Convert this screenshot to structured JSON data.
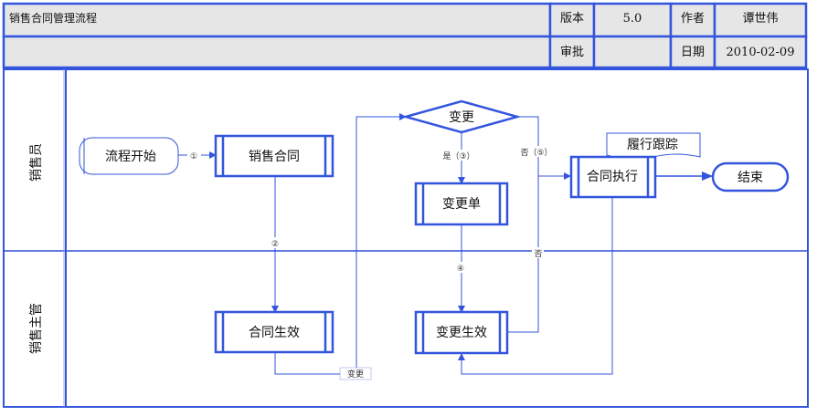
{
  "header": {
    "title": "销售合同管理流程",
    "version_label": "版本",
    "version_value": "5.0",
    "author_label": "作者",
    "author_value": "谭世伟",
    "approve_label": "审批",
    "approve_value": "",
    "date_label": "日期",
    "date_value": "2010-02-09"
  },
  "lanes": [
    {
      "label": "销售员"
    },
    {
      "label": "销售主管"
    }
  ],
  "nodes": {
    "start": "流程开始",
    "sales_contract": "销售合同",
    "change_decision": "变更",
    "change_form": "变更单",
    "contract_exec": "合同执行",
    "tracking": "履行跟踪",
    "end": "结束",
    "contract_effective": "合同生效",
    "change_effective": "变更生效"
  },
  "connectors": {
    "c1": "①",
    "c2": "②",
    "c4": "④",
    "yes3": "是（③）",
    "no5": "否（⑤）",
    "no": "否",
    "change_loop": "变更"
  },
  "colors": {
    "border": "#3355dd",
    "header_bg": "#e6e6e6",
    "lane_divider": "#2b4bd6"
  }
}
